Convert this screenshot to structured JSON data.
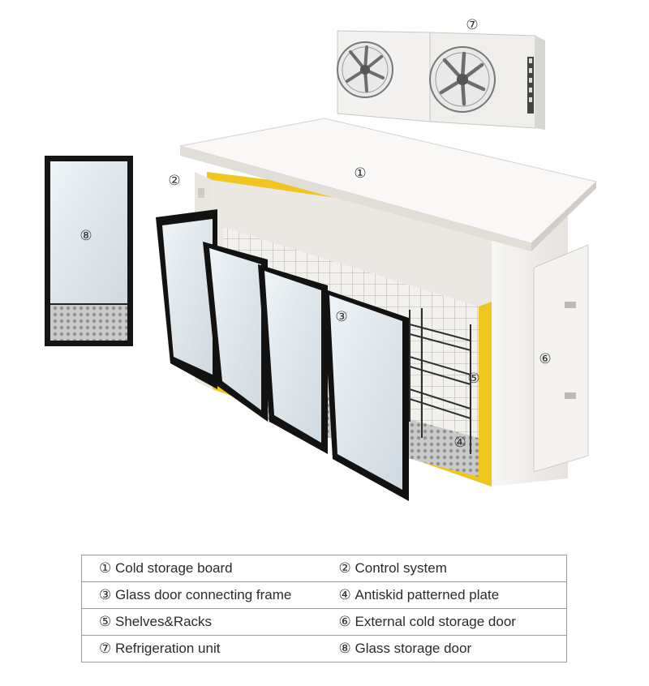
{
  "markers": {
    "m1": "①",
    "m2": "②",
    "m3": "③",
    "m4": "④",
    "m5": "⑤",
    "m6": "⑥",
    "m7": "⑦",
    "m8": "⑧"
  },
  "legend": {
    "rows": [
      [
        {
          "num": "①",
          "label": "Cold storage board"
        },
        {
          "num": "②",
          "label": "Control system"
        }
      ],
      [
        {
          "num": "③",
          "label": "Glass door connecting frame"
        },
        {
          "num": "④",
          "label": "Antiskid patterned plate"
        }
      ],
      [
        {
          "num": "⑤",
          "label": "Shelves&Racks"
        },
        {
          "num": "⑥",
          "label": "External cold storage door"
        }
      ],
      [
        {
          "num": "⑦",
          "label": "Refrigeration unit"
        },
        {
          "num": "⑧",
          "label": "Glass storage door"
        }
      ]
    ]
  },
  "colors": {
    "panel_white": "#f4f2ee",
    "panel_shadow": "#dcd9d3",
    "insulation_yellow": "#f2c21e",
    "door_frame": "#111111",
    "glass": "#dfe8ee"
  },
  "icons": [
    "fan-icon"
  ]
}
